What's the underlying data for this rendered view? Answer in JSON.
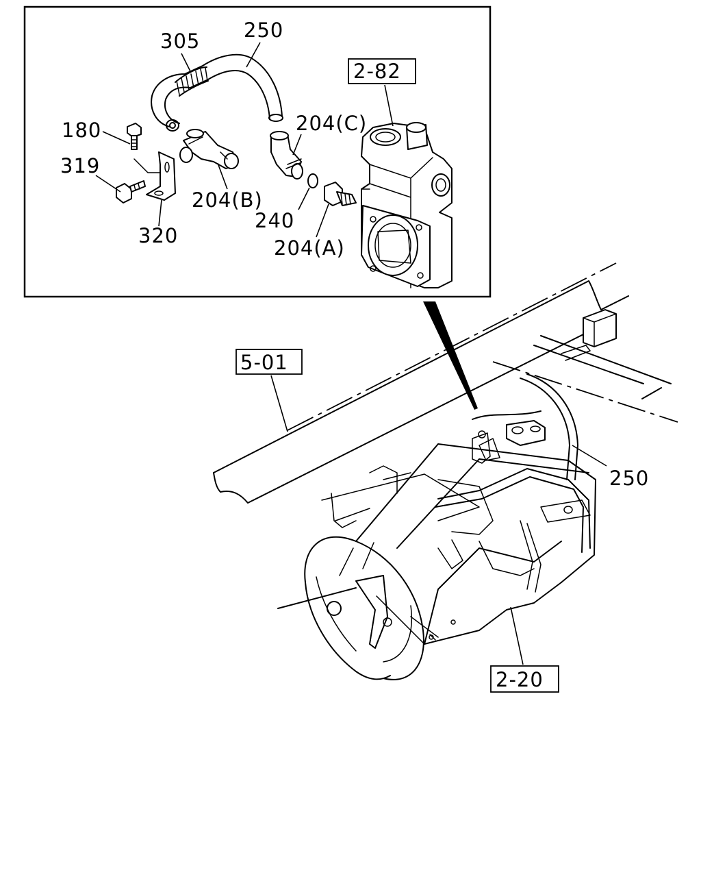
{
  "labels": {
    "hose_250_top": "250",
    "part_305": "305",
    "ref_2_82": "2-82",
    "part_180": "180",
    "part_204c": "204(C)",
    "part_319": "319",
    "part_204b": "204(B)",
    "part_240": "240",
    "part_320": "320",
    "part_204a": "204(A)",
    "ref_5_01": "5-01",
    "hose_250_main": "250",
    "ref_2_20": "2-20"
  },
  "colors": {
    "line": "#000000",
    "background": "#ffffff"
  }
}
